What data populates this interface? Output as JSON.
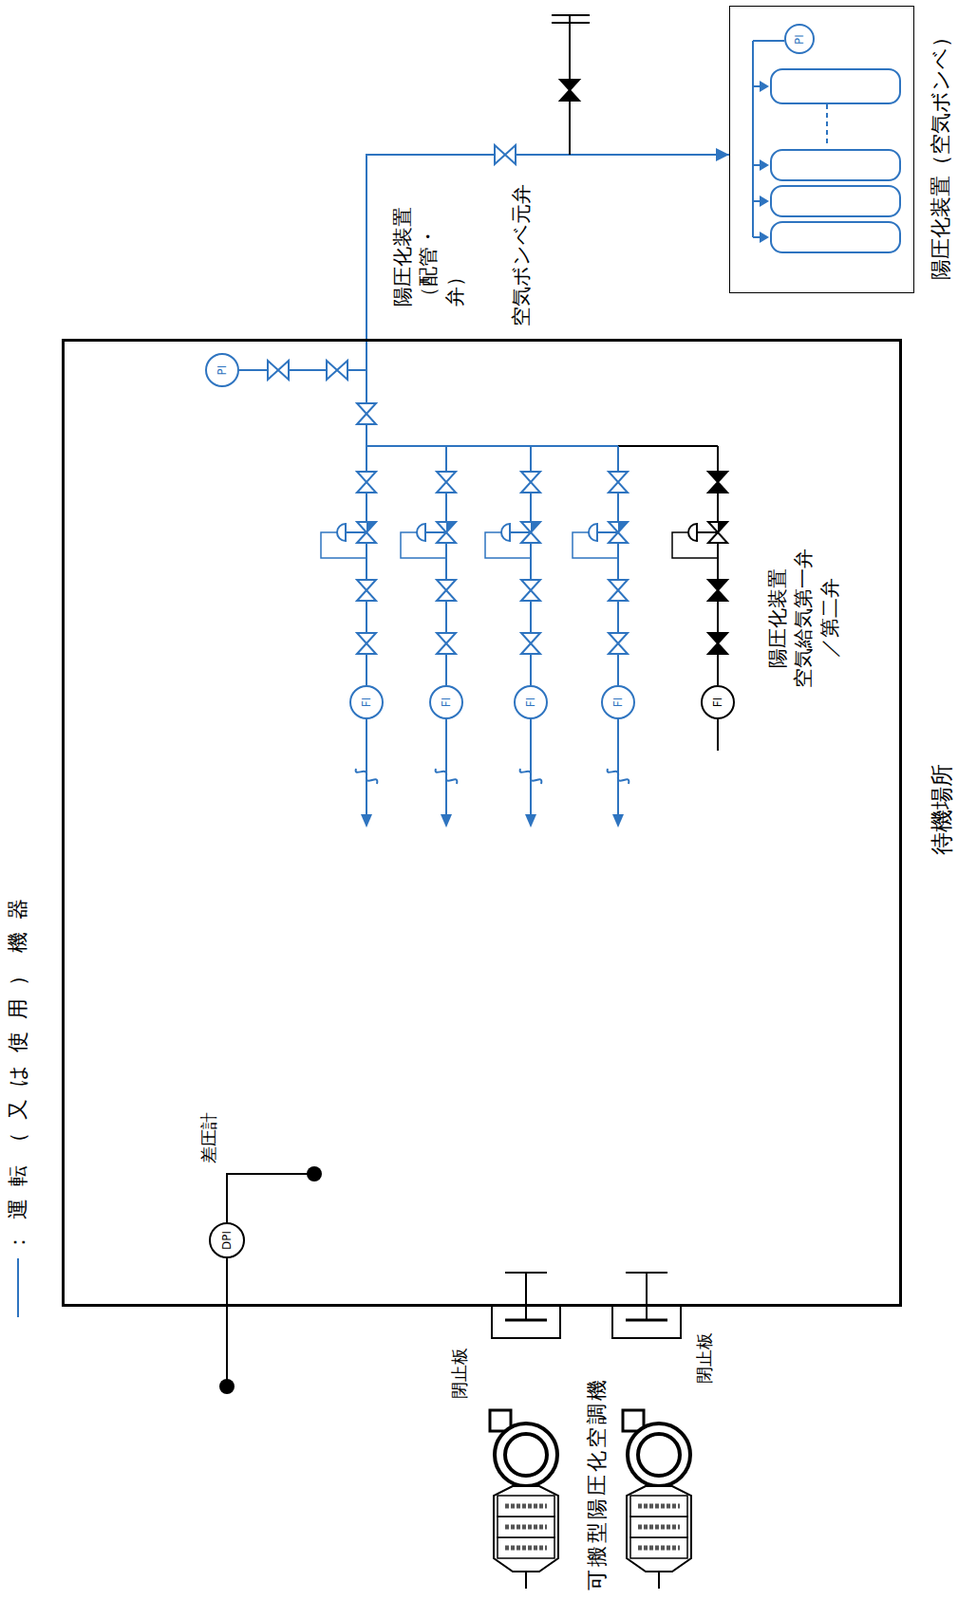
{
  "diagram": {
    "nodes": [
      {
        "text": [
          "待機場所"
        ]
      },
      {
        "text": [
          "陽圧化装置（空気ボンベ）"
        ]
      },
      {
        "text": [
          "PI"
        ],
        "in": 1
      },
      {
        "text": [
          "PI"
        ],
        "in": 0
      },
      {
        "text": [
          "FI"
        ],
        "in": 0
      },
      {
        "text": [
          "FI"
        ],
        "in": 0
      },
      {
        "text": [
          "FI"
        ],
        "in": 0
      },
      {
        "text": [
          "FI"
        ],
        "in": 0
      },
      {
        "text": [
          "FI"
        ],
        "in": 0
      },
      {
        "text": [
          "DPI"
        ],
        "in": 0
      }
    ],
    "edges": [
      {
        "from": 0,
        "to": 1,
        "arrow": "to"
      }
    ],
    "labels": [
      "陽圧化装置 （配管・弁）",
      "空気ボンベ元弁",
      "陽圧化装置 空気給気第一弁／第二弁",
      "差圧計",
      "閉止板",
      "閉止板",
      "可搬型陽圧化空調機"
    ],
    "legend": [
      {
        "text": "：運転（又は使用）機器"
      }
    ]
  }
}
